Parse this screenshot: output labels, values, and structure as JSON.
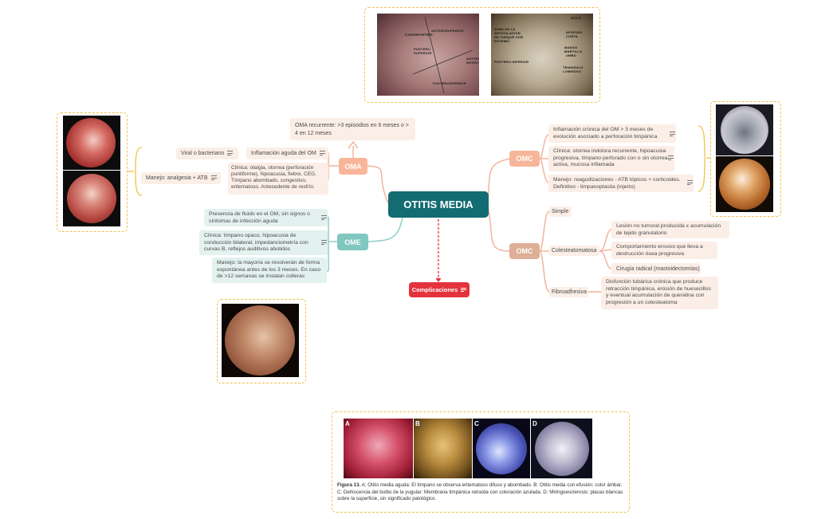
{
  "central": {
    "title": "OTITIS MEDIA"
  },
  "colors": {
    "central": "#136c72",
    "oma": "#f9b59a",
    "ome": "#7fc7bf",
    "omc_upper": "#f7b699",
    "omc_lower": "#ddaf96",
    "complications": "#e3333c",
    "line_peach": "#f2b49e",
    "line_teal": "#8ccfc7",
    "frame": "#f2c04a"
  },
  "oma": {
    "label": "OMA",
    "recurrent": "OMA recurrente: >3 episodios en 6 meses o > 4 en 12 meses",
    "inflammation": "Inflamación aguda del OM",
    "viral": "Viral o bacteriano",
    "clinical": "Clínica: otalgia, otorrea (perforación puntiforme), hipoacusia, fiebre, CEG. Tímpano abombado, congestivo, eritematoso. Antecedente de resfrío.",
    "management": "Manejo: analgesia + ATB"
  },
  "ome": {
    "label": "OME",
    "fluid": "Presencia de fluido en el OM, sin signos o síntomas de infección aguda",
    "clinical": "Clínica: tímpano opaco, hipoacusia de conducción bilateral, impedanciometría con curvas B, reflejos auditivos abolidos",
    "management": "Manejo: la mayoría se resolverán de forma espontánea antes de los 3 meses. En caso de >12 semanas se instalan colleras"
  },
  "omc_upper": {
    "label": "OMC",
    "definition": "Inflamación crónica del OM > 3 meses de evolución asociado a perforación timpánica",
    "clinical": "Clínica: otorrea indolora recurrente, hipoacusia progresiva, tímpano perforado con o sin otorrea activa, mucosa inflamada",
    "management": "Manejo: reagudizaciones - ATB tópicos + corticoides. Definitivo - timpanoplastia (injerto)"
  },
  "omc_lower": {
    "label": "OMC",
    "simple": "Simple",
    "cholesteatoma": "Colesteatomatosa",
    "chol_lesion": "Lesión no tumoral producida x acumulación de tejido granulatorio",
    "chol_behavior": "Comportamiento erosivo que lleva a destrucción ósea progresiva",
    "chol_surgery": "Cirugía radical (mastoidectomías)",
    "fibro": "Fibroadhesiva",
    "fibro_desc": "Disfunción tubárica crónica que produce retracción timpánica, erosión de huesecillos y eventual acumulación de queratina con progresión a un colesteatoma"
  },
  "complications": {
    "label": "Complicaciones"
  },
  "top_figure": {
    "left_labels": [
      "CUADRANTES:",
      "ANTEROSUPERIOR",
      "POSTERO SUPERIOR",
      "ANTERO INFERIOR",
      "POSTEROINFERIOR"
    ],
    "right_labels": [
      "ATICO",
      "ZONA DE LA ARTICULACION DE YUNQUE CON ESTRIBO",
      "APOFISIS CORTA",
      "MANGO MARTILLO",
      "UMBO",
      "POSTERO-INFERIOR",
      "TRIANGULO LUMINOSO"
    ]
  },
  "bottom_figure": {
    "panels": [
      "A",
      "B",
      "C",
      "D"
    ],
    "caption_title": "Figura 13.",
    "caption": "A: Otitis media aguda: El tímpano se observa eritematoso difuso y abombado. B: Otitis media con efusión: color ámbar. C: Dehiscencia del bulbo de la yugular: Membrana timpánica retraída con coloración azulada. D: Miringoesclerosis: placas blancas sobre la superficie, sin significado patológico."
  }
}
